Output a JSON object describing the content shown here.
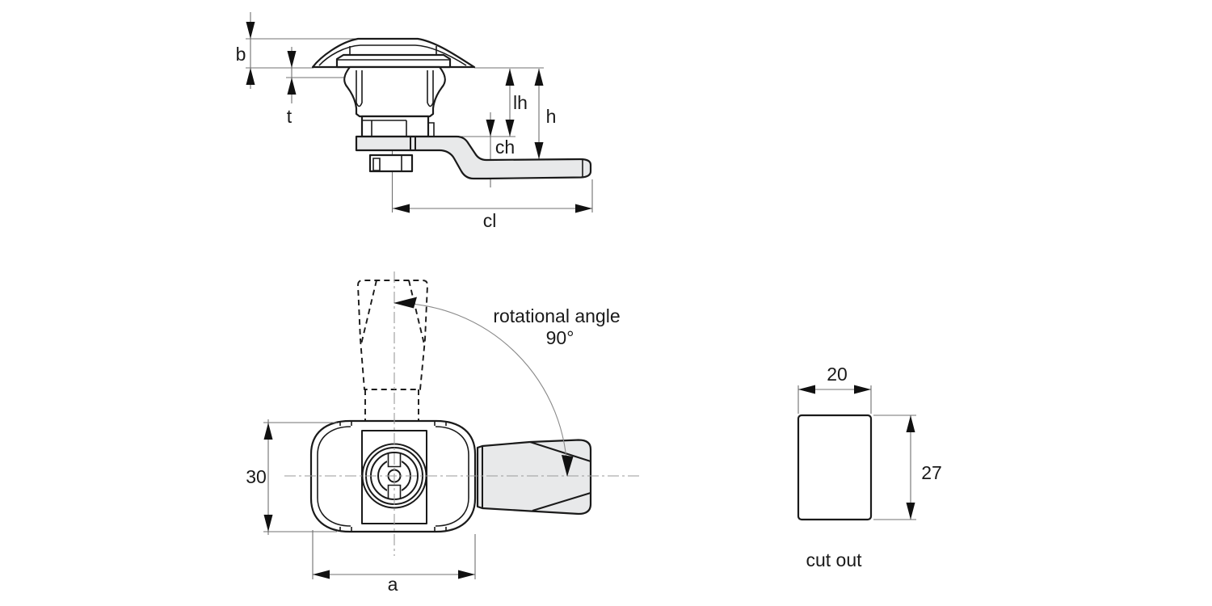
{
  "side_view": {
    "dim_b": "b",
    "dim_t": "t",
    "dim_lh": "lh",
    "dim_h": "h",
    "dim_ch": "ch",
    "dim_cl": "cl"
  },
  "front_view": {
    "dim_height": "30",
    "dim_width": "a",
    "rotation_label_line1": "rotational angle",
    "rotation_label_line2": "90°"
  },
  "cutout_view": {
    "dim_width": "20",
    "dim_height": "27",
    "caption": "cut out"
  },
  "colors": {
    "outline": "#1a1a1a",
    "dimension_line": "#707070",
    "centerline": "#9a9a9a",
    "part_fill": "#e8e9ea",
    "background": "#ffffff"
  }
}
